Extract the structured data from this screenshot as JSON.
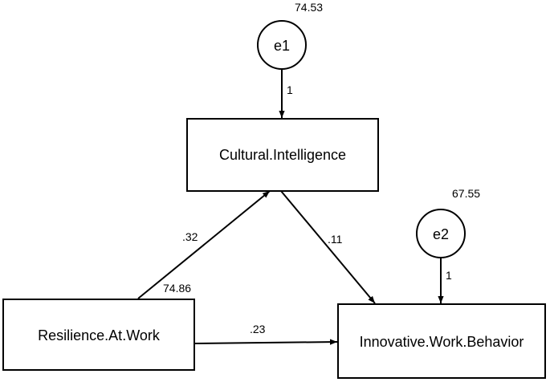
{
  "nodes": {
    "e1": {
      "label": "e1",
      "variance": "74.53"
    },
    "e2": {
      "label": "e2",
      "variance": "67.55"
    },
    "cultural_intelligence": {
      "label": "Cultural.Intelligence"
    },
    "resilience": {
      "label": "Resilience.At.Work",
      "variance": "74.86"
    },
    "innovative": {
      "label": "Innovative.Work.Behavior"
    }
  },
  "paths": {
    "e1_to_ci": "1",
    "e2_to_iwb": "1",
    "res_to_ci": ".32",
    "ci_to_iwb": ".11",
    "res_to_iwb": ".23"
  }
}
